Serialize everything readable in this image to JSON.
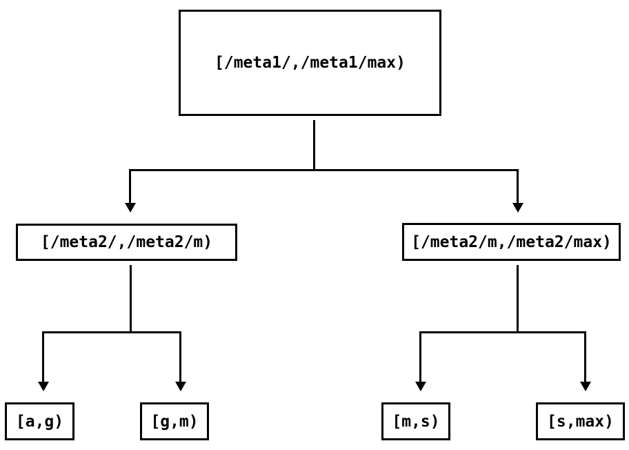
{
  "tree": {
    "root": {
      "label": "[/meta1/,/meta1/max)"
    },
    "children": [
      {
        "label": "[/meta2/,/meta2/m)",
        "children": [
          {
            "label": "[a,g)"
          },
          {
            "label": "[g,m)"
          }
        ]
      },
      {
        "label": "[/meta2/m,/meta2/max)",
        "children": [
          {
            "label": "[m,s)"
          },
          {
            "label": "[s,max)"
          }
        ]
      }
    ]
  },
  "icons": {
    "arrowhead": "arrow-down-icon"
  },
  "colors": {
    "background": "#ffffff",
    "line": "#000000",
    "node_border": "#000000",
    "node_fill": "#ffffff",
    "text": "#000000"
  }
}
